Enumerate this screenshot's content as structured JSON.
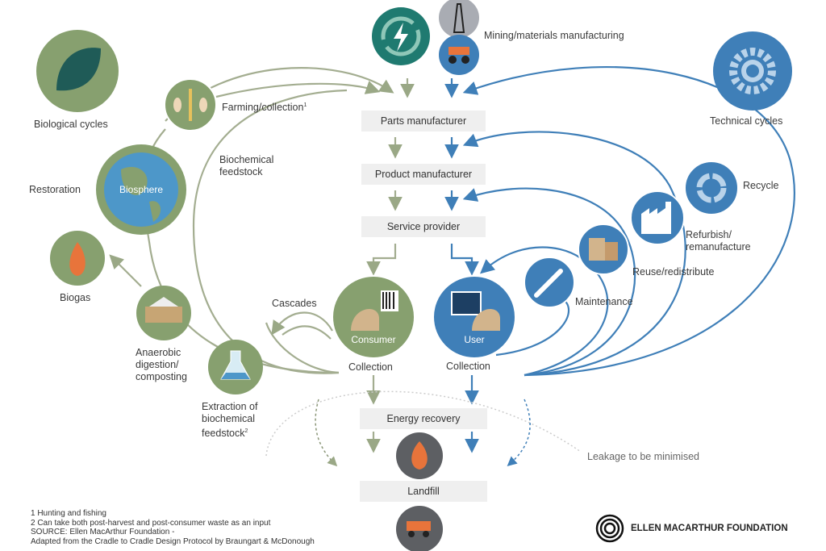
{
  "colors": {
    "biological": "#87a06f",
    "technical": "#3f7fb8",
    "teal": "#1f7a70",
    "box": "#efefef"
  },
  "labels": {
    "biological_cycles": "Biological cycles",
    "technical_cycles": "Technical cycles",
    "mining": "Mining/materials manufacturing",
    "farming": "Farming/collection",
    "farming_note": "1",
    "biochemical_feedstock": "Biochemical feedstock",
    "restoration": "Restoration",
    "biosphere": "Biosphere",
    "biogas": "Biogas",
    "anaerobic": "Anaerobic digestion/ composting",
    "extraction": "Extraction of biochemical feedstock",
    "extraction_note": "2",
    "cascades": "Cascades",
    "consumer": "Consumer",
    "user": "User",
    "collection_left": "Collection",
    "collection_right": "Collection",
    "maintenance": "Maintenance",
    "reuse": "Reuse/redistribute",
    "refurbish": "Refurbish/ remanufacture",
    "recycle": "Recycle",
    "leakage": "Leakage to be minimised"
  },
  "boxes": {
    "parts": "Parts manufacturer",
    "product": "Product manufacturer",
    "service": "Service provider",
    "energy": "Energy recovery",
    "landfill": "Landfill"
  },
  "footnotes": [
    "1  Hunting and fishing",
    "2 Can take both post-harvest and post-consumer waste as an input",
    "SOURCE: Ellen MacArthur Foundation -",
    "Adapted from the Cradle to Cradle Design Protocol by Braungart & McDonough"
  ],
  "logo": "ELLEN MACARTHUR FOUNDATION"
}
